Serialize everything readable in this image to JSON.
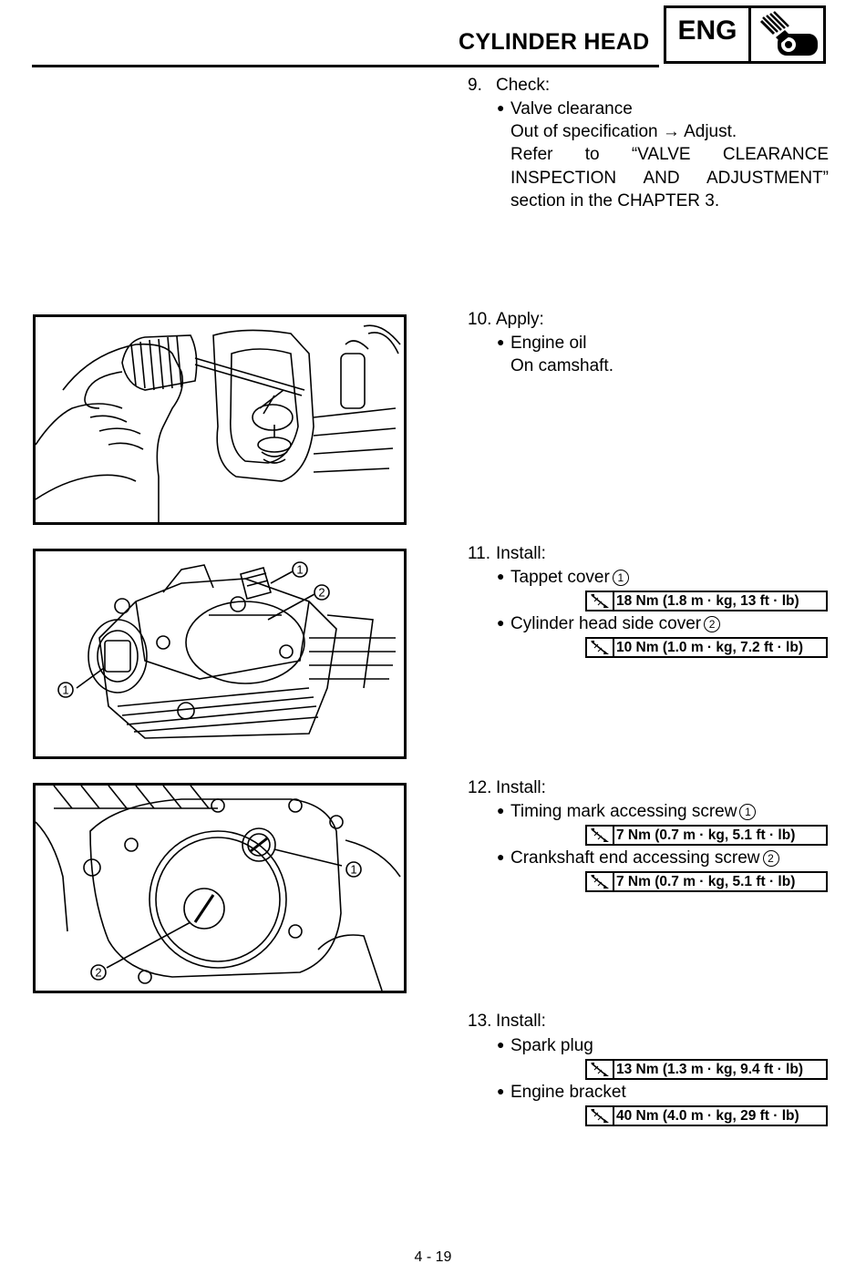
{
  "header": {
    "title": "CYLINDER HEAD",
    "section_badge": "ENG",
    "section_icon": "engine-icon"
  },
  "steps": [
    {
      "number": "9.",
      "action": "Check:",
      "bullet": "Valve clearance",
      "lines": [
        "Out of specification → Adjust."
      ],
      "justified": [
        "Refer to “VALVE CLEARANCE",
        "INSPECTION AND ADJUSTMENT”"
      ],
      "tail": "section in the CHAPTER 3."
    },
    {
      "number": "10.",
      "action": "Apply:",
      "bullet": "Engine oil",
      "lines": [
        "On camshaft."
      ]
    },
    {
      "number": "11.",
      "action": "Install:",
      "items": [
        {
          "label": "Tappet cover",
          "callout": "1",
          "torque": "18 Nm (1.8 m · kg, 13 ft · lb)"
        },
        {
          "label": "Cylinder head side cover",
          "callout": "2",
          "torque": "10 Nm (1.0 m · kg, 7.2 ft · lb)"
        }
      ]
    },
    {
      "number": "12.",
      "action": "Install:",
      "items": [
        {
          "label": "Timing mark accessing screw",
          "callout": "1",
          "torque": "7 Nm (0.7 m · kg, 5.1 ft · lb)"
        },
        {
          "label": "Crankshaft end accessing screw",
          "callout": "2",
          "torque": "7 Nm (0.7 m · kg, 5.1 ft · lb)"
        }
      ]
    },
    {
      "number": "13.",
      "action": "Install:",
      "items": [
        {
          "label": "Spark plug",
          "torque": "13 Nm (1.3 m · kg, 9.4 ft · lb)"
        },
        {
          "label": "Engine bracket",
          "torque": "40 Nm (4.0 m · kg, 29 ft · lb)"
        }
      ]
    }
  ],
  "figures": {
    "tappet_callouts": [
      "1",
      "2",
      "1"
    ],
    "crankcase_callouts": [
      "1",
      "2"
    ]
  },
  "torque_icon": "torque-wrench-icon",
  "footer": {
    "page_number": "4 - 19"
  }
}
